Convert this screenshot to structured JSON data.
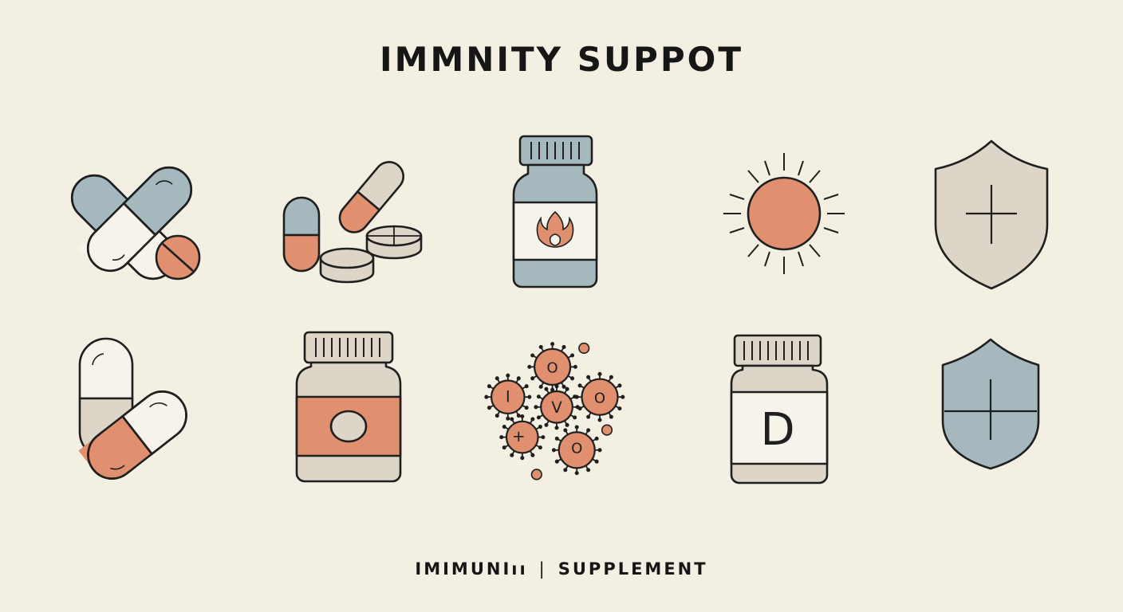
{
  "header": {
    "title": "IMMNITY SUPPOT"
  },
  "footer": {
    "left": "IMIMUNIıı",
    "separator": "|",
    "right": "SUPPLEMENT"
  },
  "icons": {
    "row1": [
      "crossed-capsules-icon",
      "pills-and-tablets-icon",
      "supplement-bottle-flame-icon",
      "sun-icon",
      "shield-plus-icon"
    ],
    "row2": [
      "stacked-capsules-icon",
      "supplement-jar-icon",
      "virus-cells-icon",
      "vitamin-d-bottle-icon",
      "blue-shield-plus-icon"
    ]
  },
  "labels": {
    "vitamin_d_letter": "D",
    "virus_marks": [
      "I",
      "O",
      "V",
      "O",
      "+",
      "O"
    ]
  },
  "colors": {
    "background": "#f3efe2",
    "outline": "#1f1f1f",
    "blue": "#a4b8bd",
    "terracotta": "#e0906e",
    "cream": "#f6f3ea",
    "beige": "#ddd6c8"
  }
}
